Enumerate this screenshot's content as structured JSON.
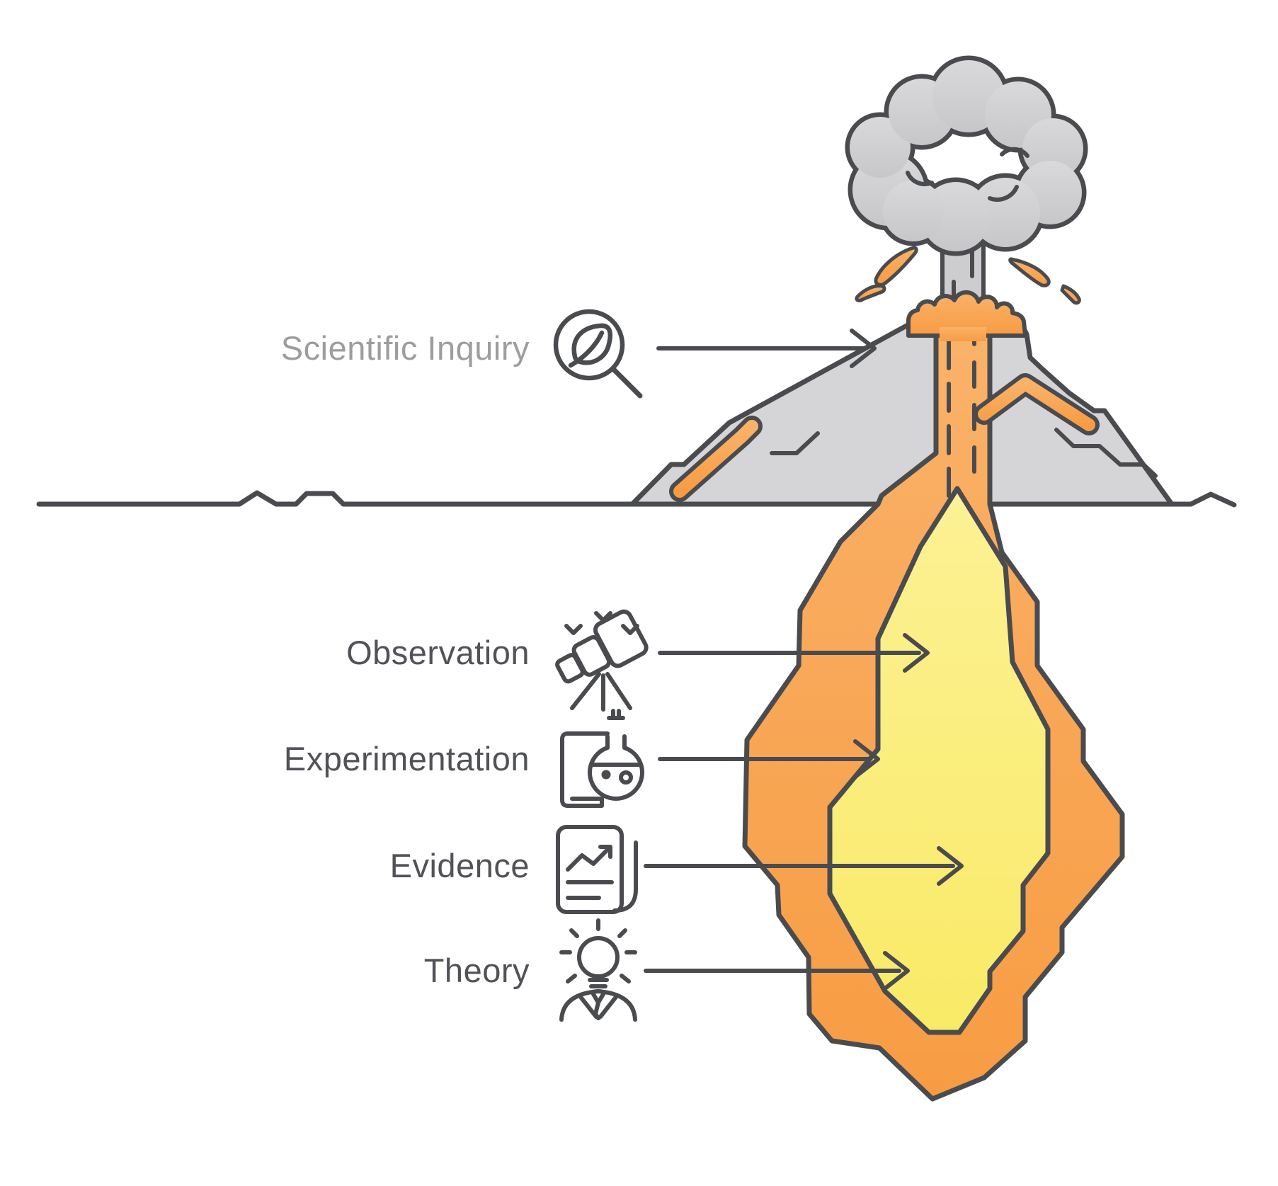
{
  "title": "Volcano cross-section diagram of scientific inquiry",
  "labels": {
    "scientific_inquiry": "Scientific Inquiry",
    "observation": "Observation",
    "experimentation": "Experimentation",
    "evidence": "Evidence",
    "theory": "Theory"
  },
  "icons": [
    {
      "name": "magnifier-leaf-icon",
      "meaning": "Scientific Inquiry"
    },
    {
      "name": "telescope-icon",
      "meaning": "Observation"
    },
    {
      "name": "flask-icon",
      "meaning": "Experimentation"
    },
    {
      "name": "report-document-icon",
      "meaning": "Evidence"
    },
    {
      "name": "lightbulb-person-icon",
      "meaning": "Theory"
    }
  ],
  "colors": {
    "bg": "#ffffff",
    "ink": "#4a4b4e",
    "text-dark": "#515257",
    "text-light": "#9d9d9f",
    "gray-volcano": "#d5d5d7",
    "gray-cloud1": "#d9d9db",
    "gray-cloud2": "#c7c7c9",
    "gray-column": "#cdcdcf",
    "orange1": "#fab269",
    "orange2": "#f79c43",
    "yellow1": "#fcf195",
    "yellow2": "#f9ea66"
  }
}
